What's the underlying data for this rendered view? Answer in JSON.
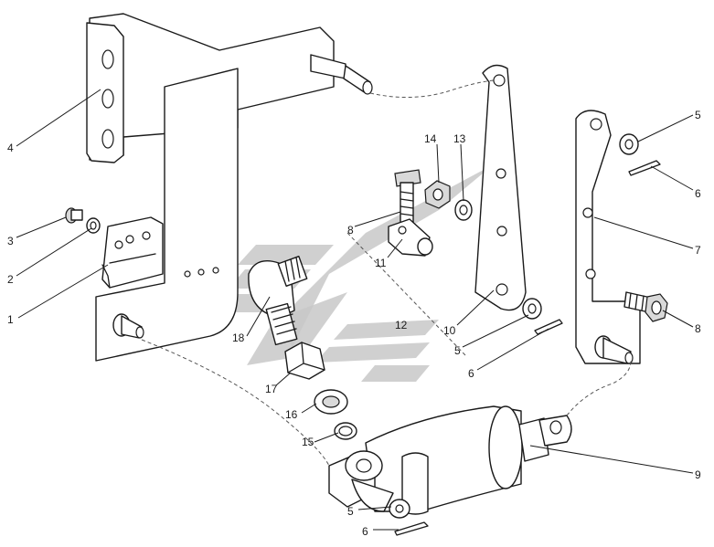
{
  "callouts": {
    "c1": "1",
    "c2": "2",
    "c3": "3",
    "c4": "4",
    "c5a": "5",
    "c5b": "5",
    "c5c": "5",
    "c6a": "6",
    "c6b": "6",
    "c6c": "6",
    "c7": "7",
    "c8a": "8",
    "c8b": "8",
    "c9": "9",
    "c10": "10",
    "c11": "11",
    "c12": "12",
    "c13": "13",
    "c14": "14",
    "c15": "15",
    "c16": "16",
    "c17": "17",
    "c18": "18"
  }
}
